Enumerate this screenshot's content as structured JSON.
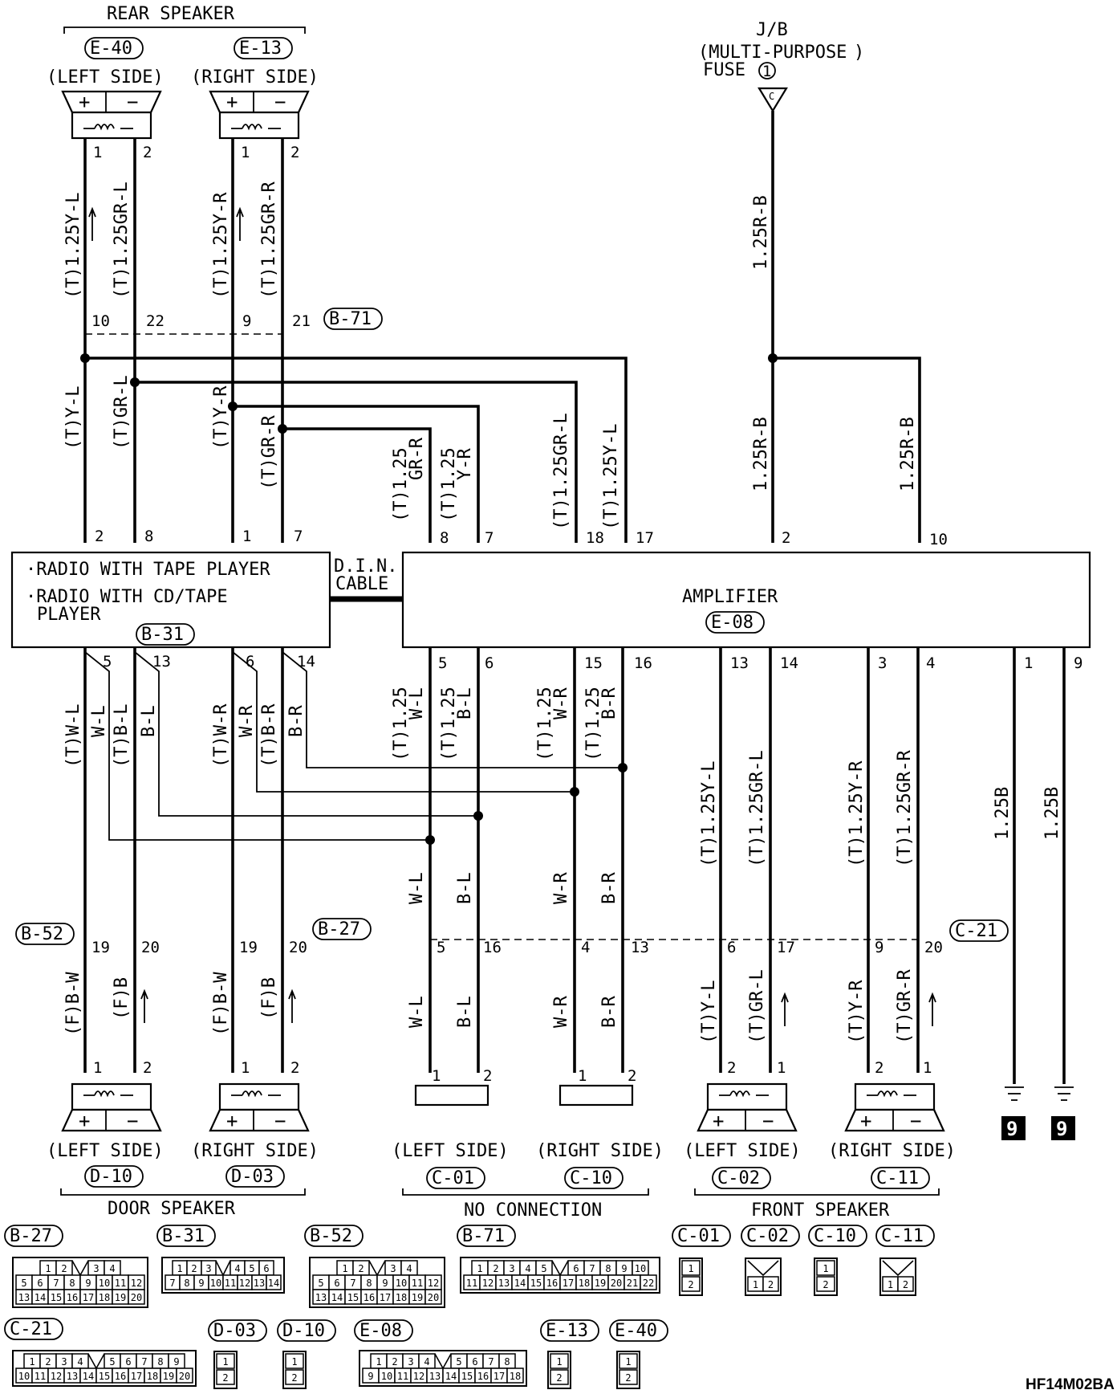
{
  "title_rear_speaker": "REAR SPEAKER",
  "title_door_speaker": "DOOR SPEAKER",
  "title_no_connection": "NO CONNECTION",
  "title_front_speaker": "FRONT SPEAKER",
  "jb": {
    "line1": "J/B",
    "line2": "(MULTI-PURPOSE",
    "line3": "FUSE",
    "fuse_no": "1",
    "terminal": "C"
  },
  "side_left": "(LEFT SIDE)",
  "side_right": "(RIGHT SIDE)",
  "plus": "+",
  "minus": "−",
  "connectors": {
    "E40": "E-40",
    "E13": "E-13",
    "B71": "B-71",
    "B31": "B-31",
    "E08": "E-08",
    "B52": "B-52",
    "B27": "B-27",
    "C21": "C-21",
    "D10": "D-10",
    "D03": "D-03",
    "C01": "C-01",
    "C10": "C-10",
    "C02": "C-02",
    "C11": "C-11"
  },
  "radio": {
    "line1": "·RADIO WITH TAPE PLAYER",
    "line2": "·RADIO WITH CD/TAPE",
    "line3": "PLAYER"
  },
  "din": {
    "line1": "D.I.N.",
    "line2": "CABLE"
  },
  "amplifier": "AMPLIFIER",
  "ground_symbol": "9",
  "doc_code": "HF14M02BA",
  "wires": {
    "rear_l_plus": "(T)1.25Y-L",
    "rear_l_minus": "(T)1.25GR-L",
    "rear_r_plus": "(T)1.25Y-R",
    "rear_r_minus": "(T)1.25GR-R",
    "fuse_top": "1.25R-B",
    "fuse_amp2": "1.25R-B",
    "fuse_amp10": "1.25R-B",
    "radio_2": "(T)Y-L",
    "radio_8": "(T)GR-L",
    "radio_1": "(T)Y-R",
    "radio_7": "(T)GR-R",
    "amp8_a": "(T)1.25",
    "amp8_b": "GR-R",
    "amp7_a": "(T)1.25",
    "amp7_b": "Y-R",
    "amp18": "(T)1.25GR-L",
    "amp17": "(T)1.25Y-L",
    "r5": "(T)W-L",
    "r5b": "W-L",
    "r13": "(T)B-L",
    "r13b": "B-L",
    "r6": "(T)W-R",
    "r6b": "W-R",
    "r14": "(T)B-R",
    "r14b": "B-R",
    "a5_a": "(T)1.25",
    "a5_b": "W-L",
    "a6_a": "(T)1.25",
    "a6_b": "B-L",
    "a15_a": "(T)1.25",
    "a15_b": "W-R",
    "a16_a": "(T)1.25",
    "a16_b": "B-R",
    "a13": "(T)1.25Y-L",
    "a14": "(T)1.25GR-L",
    "a3": "(T)1.25Y-R",
    "a4": "(T)1.25GR-R",
    "gnd1": "1.25B",
    "gnd9": "1.25B",
    "mid_wl": "W-L",
    "mid_bl": "B-L",
    "mid_wr": "W-R",
    "mid_br": "B-R",
    "door_bw": "(F)B-W",
    "door_b": "(F)B",
    "nc_wl": "W-L",
    "nc_bl": "B-L",
    "nc_wr": "W-R",
    "nc_br": "B-R",
    "front_yl": "(T)Y-L",
    "front_grl": "(T)GR-L",
    "front_yr": "(T)Y-R",
    "front_grr": "(T)GR-R"
  },
  "connector_grids": {
    "B27": {
      "row1_left": [
        "1",
        "2"
      ],
      "row1_right": [
        "3",
        "4"
      ],
      "row2": [
        "5",
        "6",
        "7",
        "8",
        "9",
        "10",
        "11",
        "12"
      ],
      "row3": [
        "13",
        "14",
        "15",
        "16",
        "17",
        "18",
        "19",
        "20"
      ]
    },
    "B31": {
      "row1_left": [
        "1",
        "2",
        "3"
      ],
      "row1_right": [
        "4",
        "5",
        "6"
      ],
      "row2": [
        "7",
        "8",
        "9",
        "10",
        "11",
        "12",
        "13",
        "14"
      ]
    },
    "B52": {
      "row1_left": [
        "1",
        "2"
      ],
      "row1_right": [
        "3",
        "4"
      ],
      "row2": [
        "5",
        "6",
        "7",
        "8",
        "9",
        "10",
        "11",
        "12"
      ],
      "row3": [
        "13",
        "14",
        "15",
        "16",
        "17",
        "18",
        "19",
        "20"
      ]
    },
    "B71": {
      "row1_left": [
        "1",
        "2",
        "3",
        "4",
        "5"
      ],
      "row1_right": [
        "6",
        "7",
        "8",
        "9",
        "10"
      ],
      "row2": [
        "11",
        "12",
        "13",
        "14",
        "15",
        "16",
        "17",
        "18",
        "19",
        "20",
        "21",
        "22"
      ]
    },
    "C21": {
      "row1_left": [
        "1",
        "2",
        "3",
        "4"
      ],
      "row1_right": [
        "5",
        "6",
        "7",
        "8",
        "9"
      ],
      "row2": [
        "10",
        "11",
        "12",
        "13",
        "14",
        "15",
        "16",
        "17",
        "18",
        "19",
        "20"
      ]
    },
    "E08": {
      "row1_left": [
        "1",
        "2",
        "3",
        "4"
      ],
      "row1_right": [
        "5",
        "6",
        "7",
        "8"
      ],
      "row2": [
        "9",
        "10",
        "11",
        "12",
        "13",
        "14",
        "15",
        "16",
        "17",
        "18"
      ]
    },
    "two_pin": [
      "1",
      "2"
    ]
  }
}
